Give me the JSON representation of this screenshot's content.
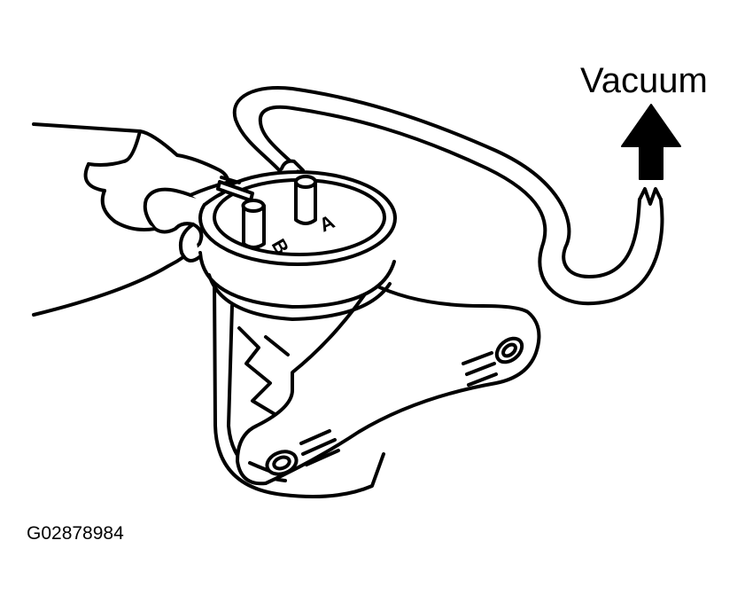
{
  "labels": {
    "vacuum": "Vacuum",
    "port_a": "A",
    "port_b": "B",
    "figure_code": "G02878984"
  }
}
